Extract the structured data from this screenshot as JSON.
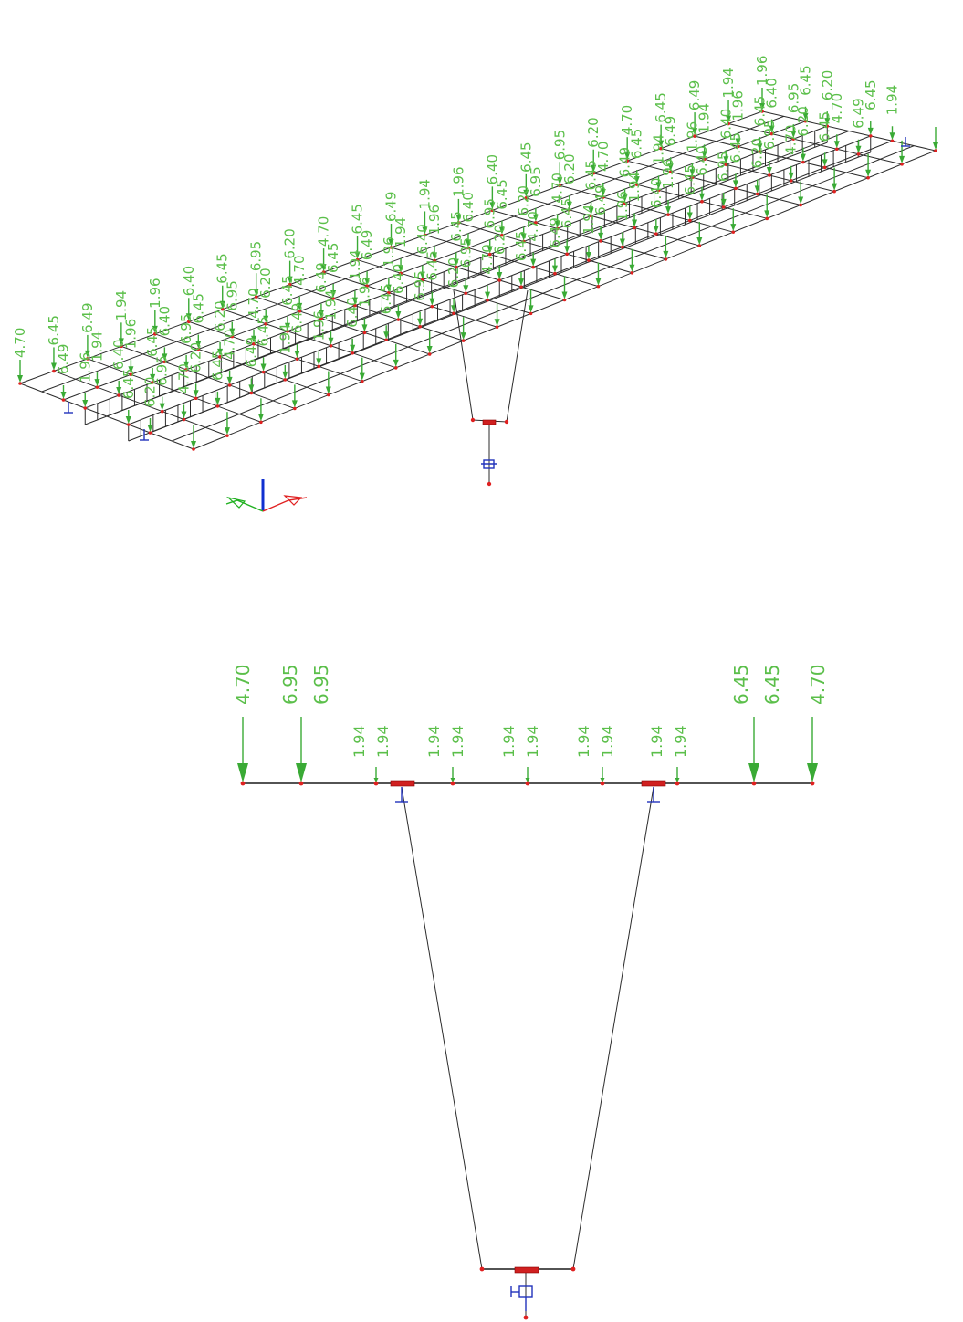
{
  "section_view": {
    "loads": [
      {
        "value": "4.70",
        "size": "large"
      },
      {
        "value": "6.95",
        "size": "large"
      },
      {
        "value": "6.95",
        "size": "large"
      },
      {
        "value": "1.94",
        "size": "small"
      },
      {
        "value": "1.94",
        "size": "small"
      },
      {
        "value": "1.94",
        "size": "small"
      },
      {
        "value": "1.94",
        "size": "small"
      },
      {
        "value": "1.94",
        "size": "small"
      },
      {
        "value": "1.94",
        "size": "small"
      },
      {
        "value": "1.94",
        "size": "small"
      },
      {
        "value": "1.94",
        "size": "small"
      },
      {
        "value": "1.94",
        "size": "small"
      },
      {
        "value": "1.94",
        "size": "small"
      },
      {
        "value": "6.45",
        "size": "large"
      },
      {
        "value": "6.45",
        "size": "large"
      },
      {
        "value": "4.70",
        "size": "large"
      }
    ]
  },
  "iso_view": {
    "label_values": [
      "4.70",
      "6.45",
      "6.49",
      "1.94",
      "1.96",
      "6.40",
      "6.45",
      "6.95",
      "6.20"
    ]
  },
  "axes_triad": {
    "x_axis_color": "#e02020",
    "y_axis_color": "#20b020",
    "z_axis_color": "#1030d0"
  },
  "colors": {
    "load": "#3aaa35",
    "node": "#e02020",
    "support": "#2233bb",
    "member": "#1a1a1a"
  }
}
